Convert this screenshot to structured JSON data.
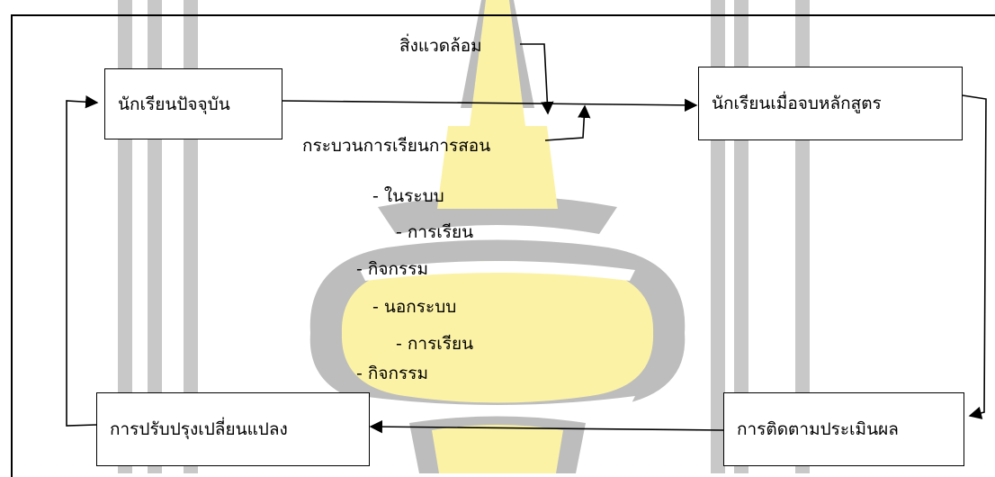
{
  "nodes": {
    "current_students": "นักเรียนปัจจุบัน",
    "graduates": "นักเรียนเมื่อจบหลักสูตร",
    "evaluation": "การติดตามประเมินผล",
    "improvement": "การปรับปรุงเปลี่ยนแปลง"
  },
  "labels": {
    "environment": "สิ่งแวดล้อม",
    "teaching_process": "กระบวนการเรียนการสอน",
    "in_system": "- ในระบบ",
    "in_learning": "- การเรียน",
    "in_activity": "- กิจกรรม",
    "out_system": "- นอกระบบ",
    "out_learning": "- การเรียน",
    "out_activity": "- กิจกรรม"
  },
  "colors": {
    "watermark_gray": "#c2c2c2",
    "watermark_yellow": "#fbf2a6",
    "lines": "#000000"
  }
}
